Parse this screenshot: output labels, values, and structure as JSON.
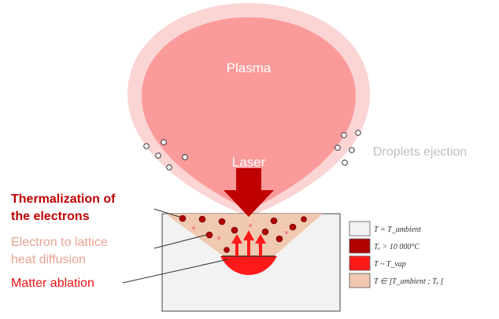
{
  "labels": {
    "plasma": "Plasma",
    "laser": "Laser",
    "droplets": "Droplets ejection",
    "thermalization_line1": "Thermalization of",
    "thermalization_line2": "the electrons",
    "diffusion_line1": "Electron to lattice",
    "diffusion_line2": "heat diffusion",
    "ablation": "Matter ablation"
  },
  "legend": [
    {
      "text": "T = T_ambient",
      "color": "#f2f2f2"
    },
    {
      "text": "Tₑ > 10 000°C",
      "color": "#b00000"
    },
    {
      "text": "T ~ T_vap",
      "color": "#ff1a1a"
    },
    {
      "text": "T ∈ ]T_ambient ; Tₑ [",
      "color": "#f1c8b0"
    }
  ],
  "colors": {
    "plasma_outer": "#fbd4d4",
    "plasma_inner": "#fb9a9a",
    "laser_arrow": "#c00000",
    "thermalization_text": "#c00000",
    "diffusion_text": "#e7a392",
    "ablation_text": "#ee1111",
    "droplets_text": "#bfbfbf",
    "substrate": "#f2f2f2",
    "heat_zone": "#f1c8b0",
    "electron_dot": "#b00000",
    "vapor_zone": "#ff1a1a"
  }
}
